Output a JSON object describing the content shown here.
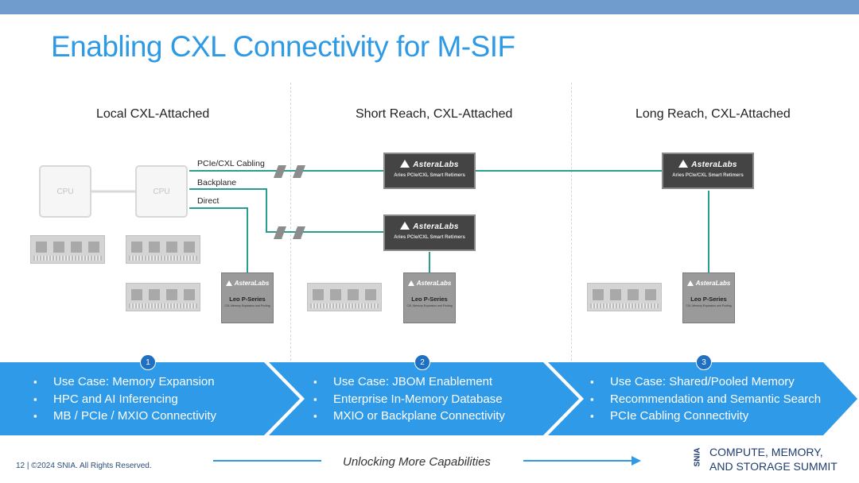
{
  "title": "Enabling CXL Connectivity for M-SIF",
  "columns": [
    {
      "title": "Local CXL-Attached",
      "badge": "1",
      "bullets": [
        "Use Case: Memory Expansion",
        "HPC and AI Inferencing",
        "MB / PCIe / MXIO Connectivity"
      ]
    },
    {
      "title": "Short Reach, CXL-Attached",
      "badge": "2",
      "bullets": [
        "Use Case: JBOM Enablement",
        "Enterprise In-Memory Database",
        "MXIO or Backplane Connectivity"
      ]
    },
    {
      "title": "Long Reach, CXL-Attached",
      "badge": "3",
      "bullets": [
        "Use Case: Shared/Pooled Memory",
        "Recommendation and Semantic Search",
        "PCIe Cabling Connectivity"
      ]
    }
  ],
  "link_labels": {
    "cabling": "PCIe/CXL Cabling",
    "backplane": "Backplane",
    "direct": "Direct"
  },
  "cpu_label": "CPU",
  "retimer": {
    "brand": "AsteraLabs",
    "name": "Aries PCIe/CXL Smart Retimers"
  },
  "leo": {
    "brand": "AsteraLabs",
    "name": "Leo P-Series",
    "sub": "CXL Memory Expansion and Pooling"
  },
  "footer": {
    "copyright": "12 | ©2024 SNIA. All Rights Reserved.",
    "tagline": "Unlocking More Capabilities",
    "snia_mark": "SNIA",
    "summit_line1": "COMPUTE, MEMORY,",
    "summit_line2": "AND STORAGE SUMMIT"
  },
  "colors": {
    "title": "#2e9ae6",
    "band": "#2f9ae8",
    "link": "#2a9d8f",
    "badge": "#1f6fc2"
  }
}
